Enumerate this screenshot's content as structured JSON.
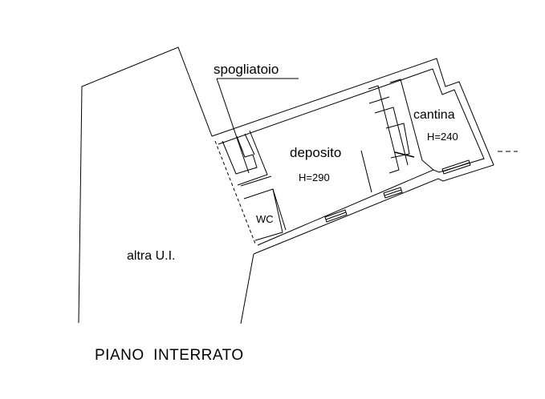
{
  "colors": {
    "ink": "#000000",
    "background": "#ffffff"
  },
  "labels": {
    "spogliatoio": "spogliatoio",
    "deposito": "deposito",
    "deposito_height": "H=290",
    "cantina": "cantina",
    "cantina_height": "H=240",
    "wc": "WC",
    "altra_ui": "altra U.I.",
    "floor_title": "PIANO  INTERRATO"
  }
}
